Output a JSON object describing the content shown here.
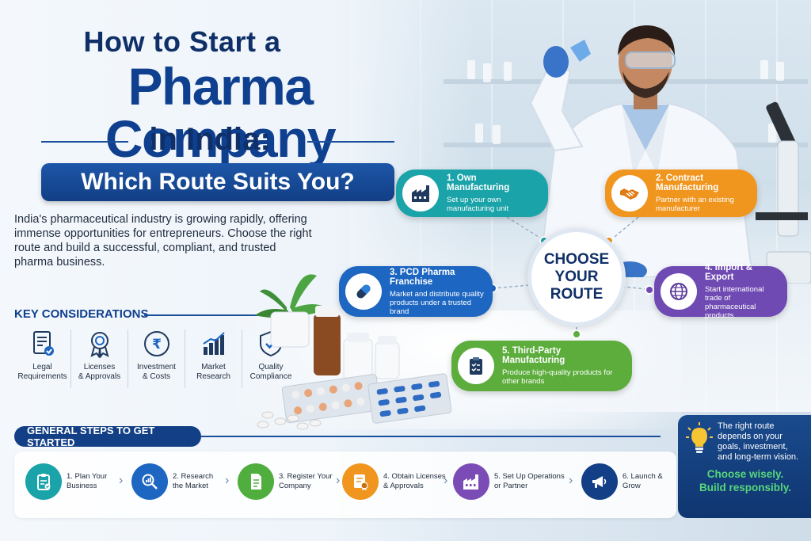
{
  "title": {
    "line1": "How to Start a",
    "line2": "Pharma Company",
    "line3": "in India:",
    "banner": "Which Route Suits You?"
  },
  "intro": "India's pharmaceutical industry is growing rapidly, offering immense opportunities for entrepreneurs. Choose the right route and build a successful, compliant, and trusted pharma business.",
  "key_considerations": {
    "heading": "KEY CONSIDERATIONS",
    "items": [
      {
        "label": "Legal\nRequirements",
        "icon": "document-check-icon"
      },
      {
        "label": "Licenses\n& Approvals",
        "icon": "award-badge-icon"
      },
      {
        "label": "Investment\n& Costs",
        "icon": "rupee-coin-icon"
      },
      {
        "label": "Market\nResearch",
        "icon": "bar-chart-icon"
      },
      {
        "label": "Quality\nCompliance",
        "icon": "shield-check-icon"
      }
    ]
  },
  "routes": {
    "center_lines": [
      "CHOOSE",
      "YOUR",
      "ROUTE"
    ],
    "items": [
      {
        "title": "1. Own Manufacturing",
        "desc": "Set up your own manufacturing unit",
        "icon": "factory-icon",
        "color": "#1aa3a8"
      },
      {
        "title": "2. Contract Manufacturing",
        "desc": "Partner with an existing manufacturer",
        "icon": "handshake-icon",
        "color": "#f0961f"
      },
      {
        "title": "3. PCD Pharma Franchise",
        "desc": "Market and distribute quality products under a trusted brand",
        "icon": "capsule-icon",
        "color": "#1d66c1"
      },
      {
        "title": "4. Import & Export",
        "desc": "Start international trade of pharmaceutical products",
        "icon": "globe-icon",
        "color": "#6f4ab3"
      },
      {
        "title": "5. Third-Party Manufacturing",
        "desc": "Produce high-quality products for other brands",
        "icon": "clipboard-icon",
        "color": "#5cad3c"
      }
    ]
  },
  "steps": {
    "heading": "GENERAL STEPS TO GET STARTED",
    "items": [
      {
        "label": "1. Plan Your\nBusiness",
        "icon": "plan-clipboard-icon",
        "color": "#1aa3a8"
      },
      {
        "label": "2. Research\nthe Market",
        "icon": "magnifier-chart-icon",
        "color": "#1d66c1"
      },
      {
        "label": "3. Register Your\nCompany",
        "icon": "document-icon",
        "color": "#4fae3d"
      },
      {
        "label": "4. Obtain Licenses\n& Approvals",
        "icon": "certificate-icon",
        "color": "#f0961f"
      },
      {
        "label": "5. Set Up Operations\nor Partner",
        "icon": "factory-icon",
        "color": "#7b4bb6"
      },
      {
        "label": "6. Launch &\nGrow",
        "icon": "megaphone-icon",
        "color": "#123f85"
      }
    ]
  },
  "advice": {
    "text": "The right route depends on your goals, investment, and long-term vision.",
    "cta_line1": "Choose wisely.",
    "cta_line2": "Build responsibly."
  }
}
